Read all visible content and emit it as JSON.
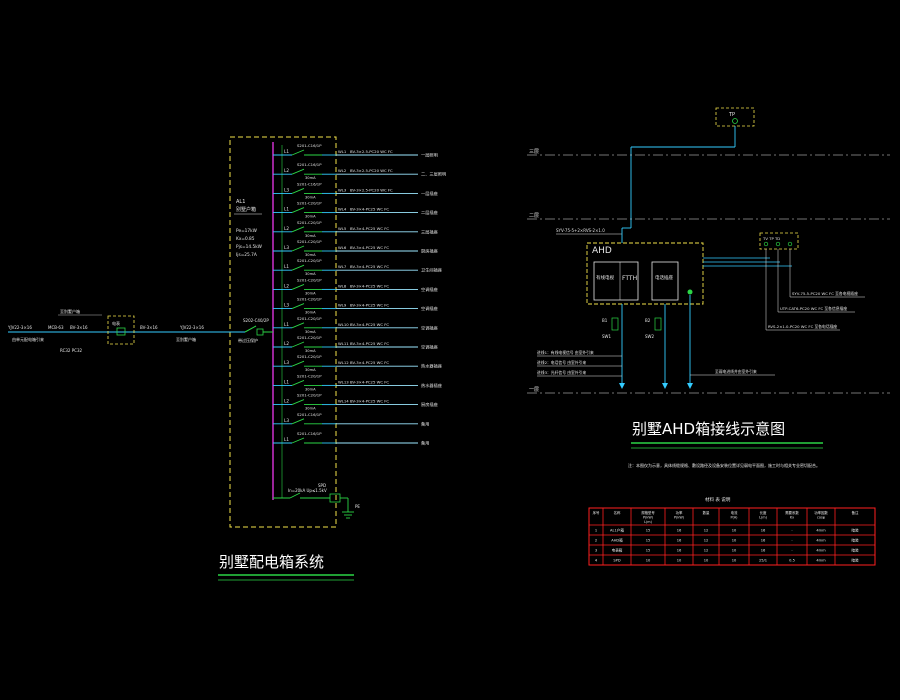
{
  "left_diagram": {
    "title": "别墅配电箱系统",
    "panel_name": "AL1",
    "panel_sub": "别墅户箱",
    "params": [
      "Pe=17kW",
      "Kx=0.85",
      "Pjs=14.5kW",
      "Ijs=25.7A"
    ],
    "incoming": {
      "cable1": "YJV22-3×16",
      "cable2": "BV-3×16",
      "breaker": "MCB-63",
      "from_label": "由单元配电箱引来",
      "note": "RC32 PC32",
      "meter_label": "电表",
      "link_label": "至别墅户箱"
    },
    "main_switch": "S202-C40/2P",
    "main_switch_note": "带过压保护",
    "circuits": [
      {
        "phase": "L1",
        "breaker": "S201-C16/1P",
        "rcd": "",
        "id": "WL1",
        "cable": "BV-3×2.5-PC20 WC FC",
        "use": "一层照明",
        "colour": "#9be7ff"
      },
      {
        "phase": "L2",
        "breaker": "S201-C16/1P",
        "rcd": "30mA",
        "id": "WL2",
        "cable": "BV-3×2.5-PC20 WC FC",
        "use": "二、三层照明",
        "colour": "#9be7ff"
      },
      {
        "phase": "L3",
        "breaker": "S201-C16/1P",
        "rcd": "30mA",
        "id": "WL3",
        "cable": "BV-3×2.5-PC20 WC FC",
        "use": "一层插座",
        "colour": "#9be7ff"
      },
      {
        "phase": "L1",
        "breaker": "S201-C20/1P",
        "rcd": "30mA",
        "id": "WL4",
        "cable": "BV-3×4-PC25 WC FC",
        "use": "二层插座",
        "colour": "#9be7ff"
      },
      {
        "phase": "L2",
        "breaker": "S201-C20/1P",
        "rcd": "30mA",
        "id": "WL5",
        "cable": "BV-3×4-PC25 WC FC",
        "use": "三层插座",
        "colour": "#9be7ff"
      },
      {
        "phase": "L3",
        "breaker": "S201-C20/1P",
        "rcd": "30mA",
        "id": "WL6",
        "cable": "BV-3×4-PC25 WC FC",
        "use": "厨房插座",
        "colour": "#9be7ff"
      },
      {
        "phase": "L1",
        "breaker": "S201-C20/1P",
        "rcd": "30mA",
        "id": "WL7",
        "cable": "BV-3×4-PC25 WC FC",
        "use": "卫生间插座",
        "colour": "#9be7ff"
      },
      {
        "phase": "L2",
        "breaker": "S201-C20/1P",
        "rcd": "30mA",
        "id": "WL8",
        "cable": "BV-3×4-PC25 WC FC",
        "use": "空调插座",
        "colour": "#9be7ff"
      },
      {
        "phase": "L3",
        "breaker": "S201-C20/1P",
        "rcd": "30mA",
        "id": "WL9",
        "cable": "BV-3×4-PC25 WC FC",
        "use": "空调插座",
        "colour": "#9be7ff"
      },
      {
        "phase": "L1",
        "breaker": "S201-C20/1P",
        "rcd": "30mA",
        "id": "WL10",
        "cable": "BV-3×4-PC25 WC FC",
        "use": "空调插座",
        "colour": "#9be7ff"
      },
      {
        "phase": "L2",
        "breaker": "S201-C20/1P",
        "rcd": "30mA",
        "id": "WL11",
        "cable": "BV-3×4-PC25 WC FC",
        "use": "空调插座",
        "colour": "#9be7ff"
      },
      {
        "phase": "L3",
        "breaker": "S201-C20/1P",
        "rcd": "30mA",
        "id": "WL12",
        "cable": "BV-3×4-PC25 WC FC",
        "use": "热水器插座",
        "colour": "#9be7ff"
      },
      {
        "phase": "L1",
        "breaker": "S201-C20/1P",
        "rcd": "30mA",
        "id": "WL13",
        "cable": "BV-3×4-PC25 WC FC",
        "use": "热水器插座",
        "colour": "#9be7ff"
      },
      {
        "phase": "L2",
        "breaker": "S201-C20/1P",
        "rcd": "30mA",
        "id": "WL14",
        "cable": "BV-3×4-PC25 WC FC",
        "use": "厨房插座",
        "colour": "#9be7ff"
      },
      {
        "phase": "L3",
        "breaker": "S201-C16/1P",
        "rcd": "",
        "id": "",
        "cable": "",
        "use": "备用",
        "colour": "#9be7ff"
      },
      {
        "phase": "L1",
        "breaker": "S201-C16/1P",
        "rcd": "",
        "id": "",
        "cable": "",
        "use": "备用",
        "colour": "#9be7ff"
      }
    ],
    "spd": {
      "label": "SPD",
      "note": "In=20kA Up≤1.5kV",
      "pe": "PE"
    }
  },
  "right_diagram": {
    "title": "别墅AHD箱接线示意图",
    "top_box": "TP",
    "floor_labels": [
      "三层",
      "二层",
      "一层"
    ],
    "ahd_label": "AHD",
    "inner_box1_a": "有线电视",
    "inner_box1_b": "FTTH",
    "inner_box2": "电话插座",
    "cable_in": "SYV-75-5+2×RVS-2×1.0",
    "socket_box": "TV TP TD",
    "right_notes": [
      "SYV-75-5-PC20 WC FC 至各电视插座",
      "UTP-CAT6-PC20 WC FC 至各信息插座",
      "RVS-2×1.0-PC20 WC FC 至各电话插座"
    ],
    "lower_left_notes": [
      "进线1：有线电视信号 由室外引来",
      "进线2：电话信号 由室外引来",
      "进线3：光纤信号 由室外引来"
    ],
    "lower_right_note": "至弱电进线井由室外引来",
    "vertical_tags": [
      "B1",
      "SW1",
      "B2",
      "SW2"
    ],
    "description": "注：本图仅为示意，具体线缆规格、敷设路径及设备安装位置详见弱电平面图，施工时与相关专业密切配合。"
  },
  "table": {
    "caption": "材料    表   说明",
    "headers": [
      [
        "序号"
      ],
      [
        "名称"
      ],
      [
        "规格型号",
        "P(kW)",
        "L(m)"
      ],
      [
        "功率",
        "P(kW)"
      ],
      [
        "数量"
      ],
      [
        "电流",
        "P(A)"
      ],
      [
        "长度",
        "L(m)"
      ],
      [
        "需要系数",
        "Kx"
      ],
      [
        "功率因数",
        "cosφ"
      ],
      [
        "备注"
      ]
    ],
    "rows": [
      [
        "1",
        "AL1户箱",
        "15",
        "16",
        "12",
        "10",
        "16",
        "-",
        "4mm",
        "暗装"
      ],
      [
        "2",
        "AHD箱",
        "15",
        "16",
        "12",
        "10",
        "16",
        "-",
        "4mm",
        "暗装"
      ],
      [
        "3",
        "电表箱",
        "15",
        "16",
        "12",
        "10",
        "16",
        "-",
        "4mm",
        "暗装"
      ],
      [
        "4",
        "SPD",
        "10",
        "10",
        "10",
        "10",
        "25/1",
        "0.5",
        "4mm",
        "暗装"
      ]
    ]
  },
  "colors": {
    "background": "#000000",
    "frame_dashed": "#f2e24a",
    "cyan": "#33ccff",
    "green": "#2bd646",
    "magenta": "#ff3cff",
    "white": "#e6e6e6",
    "red": "#ff2020"
  }
}
